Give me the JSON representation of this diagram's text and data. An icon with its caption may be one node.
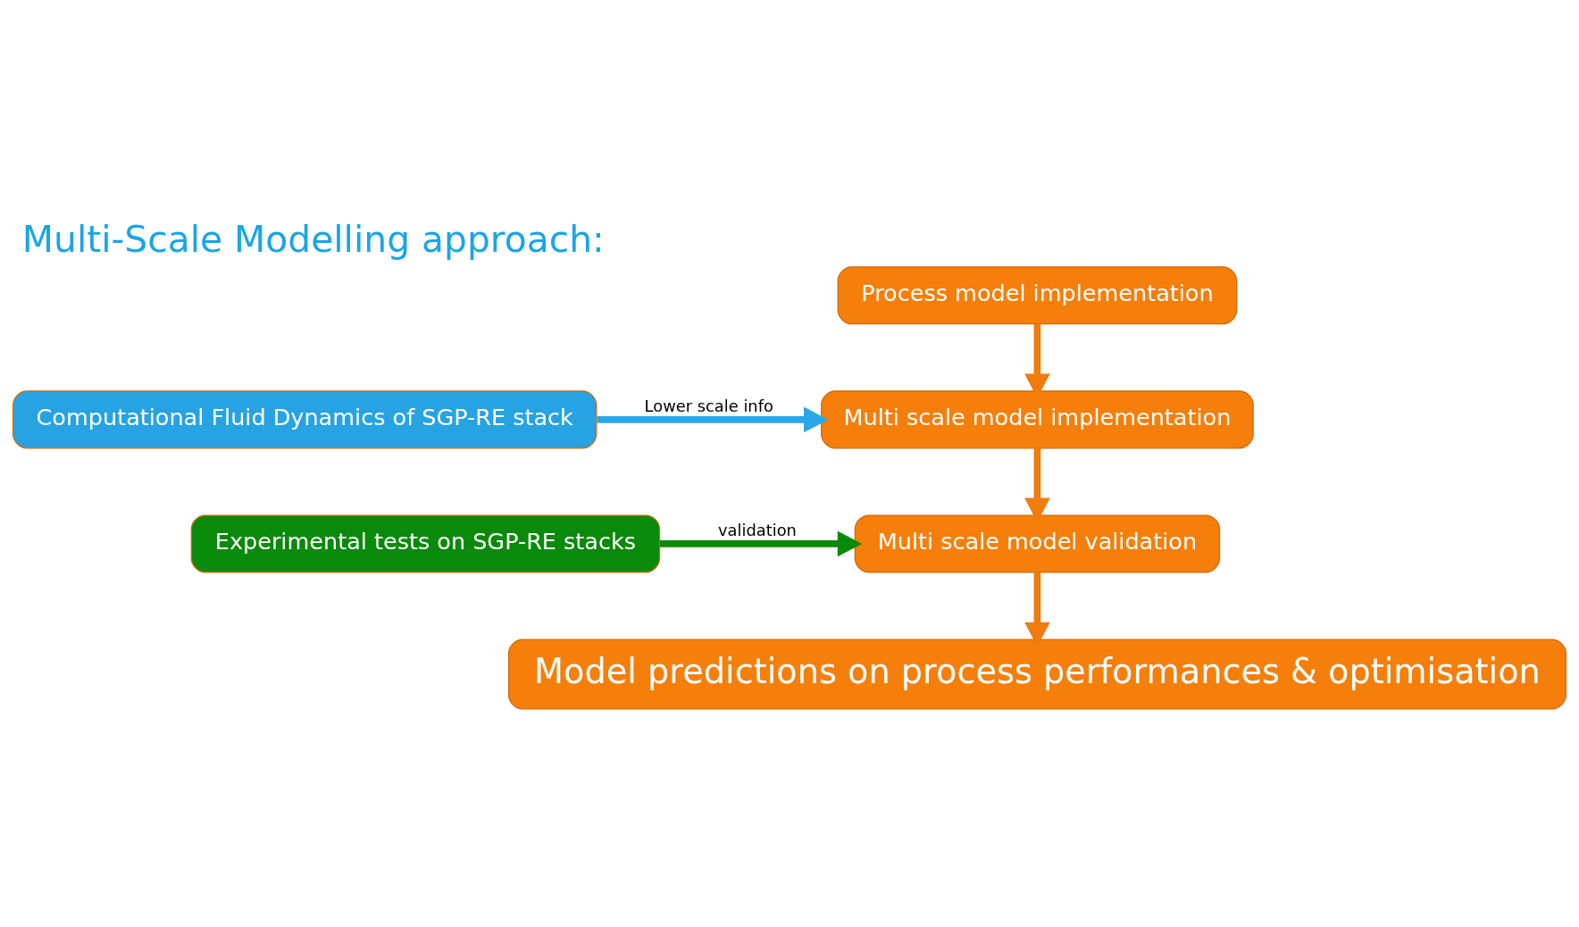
{
  "diagram": {
    "title": "Multi-Scale Modelling approach:",
    "nodes": [
      {
        "text": [
          "Process model implementation"
        ]
      },
      {
        "text": [
          "Computational Fluid Dynamics of SGP-RE stack"
        ]
      },
      {
        "text": [
          "Multi scale model implementation"
        ]
      },
      {
        "text": [
          "Experimental tests on SGP-RE stacks"
        ]
      },
      {
        "text": [
          "Multi scale model validation"
        ]
      },
      {
        "text": [
          "Model predictions on process performances & optimisation"
        ]
      }
    ],
    "edges": [
      {
        "from": 0,
        "to": 2,
        "arrow": "to"
      },
      {
        "from": 1,
        "to": 2,
        "arrow": "to",
        "label": "Lower scale info",
        "color": "#2aa7e8"
      },
      {
        "from": 2,
        "to": 4,
        "arrow": "to"
      },
      {
        "from": 3,
        "to": 4,
        "arrow": "to",
        "label": "validation",
        "color": "#0a8a0a"
      },
      {
        "from": 4,
        "to": 5,
        "arrow": "to"
      }
    ]
  }
}
